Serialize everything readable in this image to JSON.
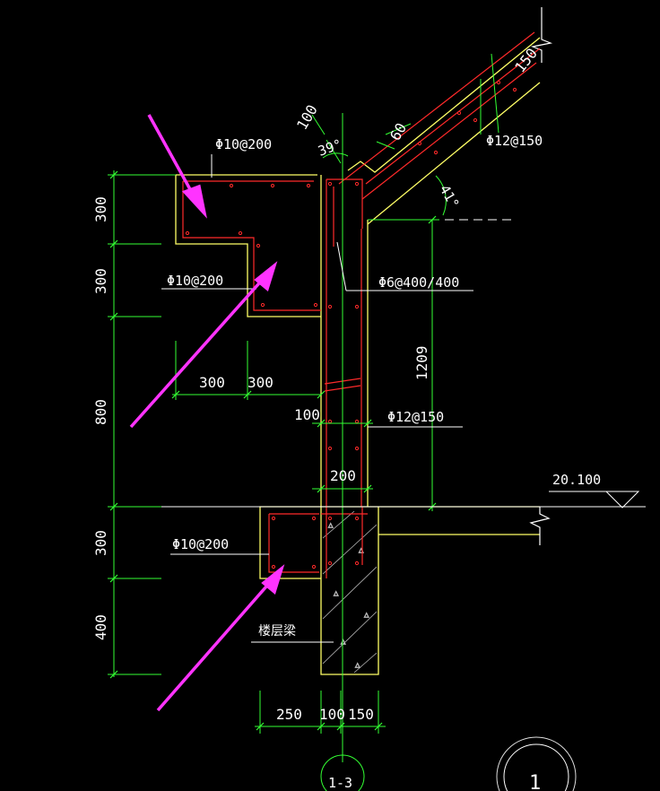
{
  "colors": {
    "background": "#000000",
    "outline": "#ffff66",
    "rebar": "#ff2a2a",
    "dimension": "#33ff33",
    "text": "#ffffff",
    "pointer": "#ff33ff",
    "hatch": "#dddddd"
  },
  "rebar_labels": {
    "top_beam": "Φ10@200",
    "mid_beam": "Φ10@200",
    "low_beam": "Φ10@200",
    "roof_slab": "Φ12@150",
    "stirrup": "Φ6@400/400",
    "wall_vertical": "Φ12@150"
  },
  "angle_labels": {
    "apex": "39°",
    "roof": "41°"
  },
  "dimension_labels": {
    "left_300_a": "300",
    "left_300_b": "300",
    "left_800": "800",
    "left_300_c": "300",
    "left_400": "400",
    "beam_300_a": "300",
    "beam_300_b": "300",
    "wall_100": "100",
    "wall_200": "200",
    "height_1209": "1209",
    "top_100": "100",
    "top_60": "60",
    "roof_150": "150",
    "bottom_250": "250",
    "bottom_100": "100",
    "bottom_150": "150"
  },
  "level_label": "20.100",
  "floor_beam_label": "楼层梁",
  "axis_bubble": "1-3",
  "detail_bubble": "1"
}
